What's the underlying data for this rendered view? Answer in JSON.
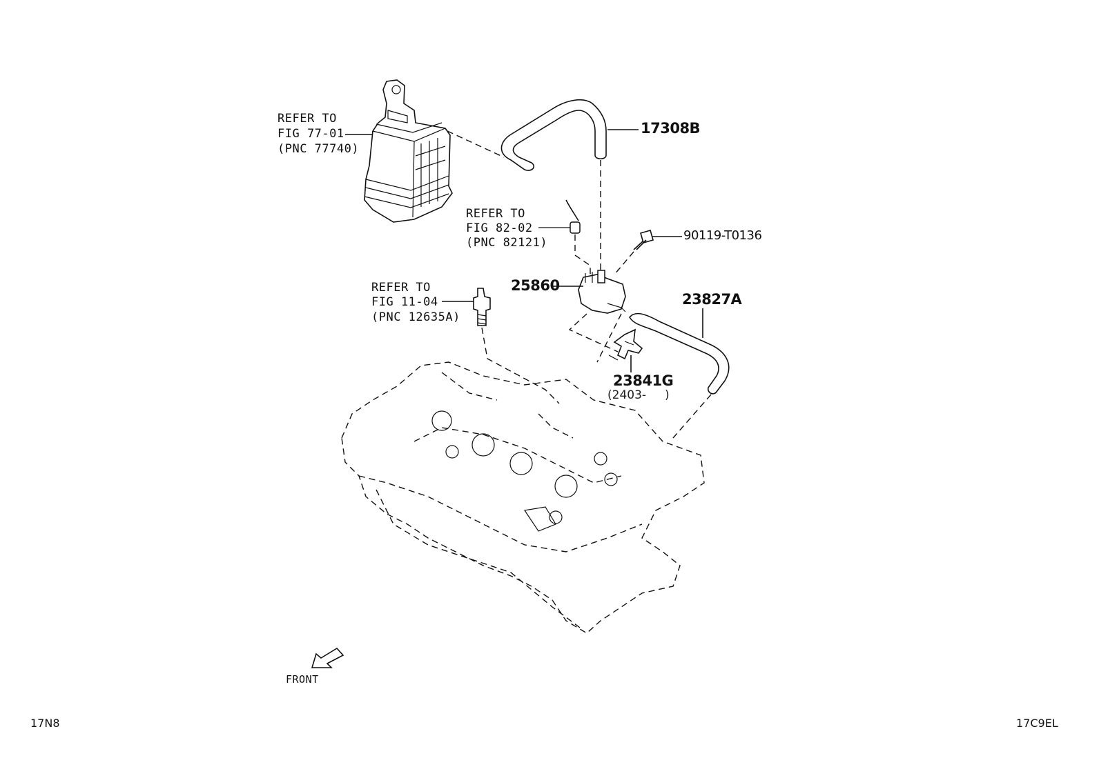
{
  "refs": {
    "canister": {
      "line1": "REFER TO",
      "line2": "FIG 77-01",
      "line3": "(PNC 77740)"
    },
    "sensor": {
      "line1": "REFER TO",
      "line2": "FIG 82-02",
      "line3": "(PNC 82121)"
    },
    "plug": {
      "line1": "REFER TO",
      "line2": "FIG 11-04",
      "line3": "(PNC 12635A)"
    }
  },
  "parts": {
    "hose_top": "17308B",
    "bolt": "90119-T0136",
    "valve": "25860",
    "hose_right": "23827A",
    "clamp": "23841G",
    "clamp_note": "(2403-     )"
  },
  "front_label": "FRONT",
  "footer": {
    "left": "17N8",
    "right": "17C9EL"
  }
}
